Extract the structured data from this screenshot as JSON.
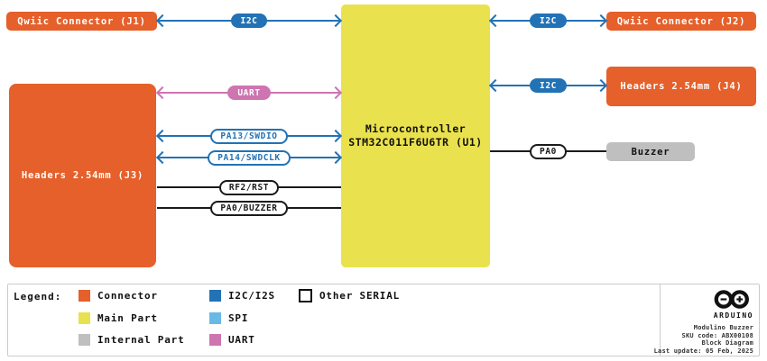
{
  "diagram": {
    "blocks": {
      "j1": {
        "label": "Qwiic Connector (J1)"
      },
      "j2": {
        "label": "Qwiic Connector (J2)"
      },
      "j3": {
        "label": "Headers 2.54mm (J3)"
      },
      "j4": {
        "label": "Headers 2.54mm (J4)"
      },
      "u1": {
        "line1": "Microcontroller",
        "line2": "STM32C011F6U6TR (U1)"
      },
      "buzzer": {
        "label": "Buzzer"
      }
    },
    "connections": {
      "i2c_j1": {
        "label": "I2C",
        "type": "I2C",
        "bidirectional": true
      },
      "i2c_j2": {
        "label": "I2C",
        "type": "I2C",
        "bidirectional": true
      },
      "i2c_j4": {
        "label": "I2C",
        "type": "I2C",
        "bidirectional": true
      },
      "uart": {
        "label": "UART",
        "type": "UART",
        "bidirectional": true
      },
      "pa13": {
        "label": "PA13/SWDIO",
        "type": "pin",
        "bidirectional": true
      },
      "pa14": {
        "label": "PA14/SWDCLK",
        "type": "pin",
        "bidirectional": true
      },
      "rf2": {
        "label": "RF2/RST",
        "type": "pin",
        "bidirectional": false
      },
      "pa0_buzzer": {
        "label": "PA0/BUZZER",
        "type": "pin",
        "bidirectional": false
      },
      "pa0": {
        "label": "PA0",
        "type": "pin",
        "bidirectional": false
      }
    }
  },
  "legend": {
    "title": "Legend:",
    "items": [
      {
        "label": "Connector",
        "color": "#E5602B"
      },
      {
        "label": "Main Part",
        "color": "#E9E14D"
      },
      {
        "label": "Internal Part",
        "color": "#BFBFBF"
      },
      {
        "label": "I2C/I2S",
        "color": "#2272B5"
      },
      {
        "label": "SPI",
        "color": "#69B9E6"
      },
      {
        "label": "UART",
        "color": "#CE74B0"
      },
      {
        "label": "Other SERIAL",
        "color": "#FFFFFF"
      }
    ]
  },
  "footer": {
    "brand": "ARDUINO",
    "lines": [
      "Modulino Buzzer",
      "SKU code: ABX00108",
      "Block Diagram",
      "Last update: 05 Feb, 2025"
    ]
  },
  "colors": {
    "connector": "#E5602B",
    "main_part": "#E9E14D",
    "internal_part": "#BFBFBF",
    "i2c": "#2272B5",
    "spi": "#69B9E6",
    "uart": "#CE74B0",
    "line_black": "#1A1A1A",
    "legend_border": "#CBCBCB"
  }
}
